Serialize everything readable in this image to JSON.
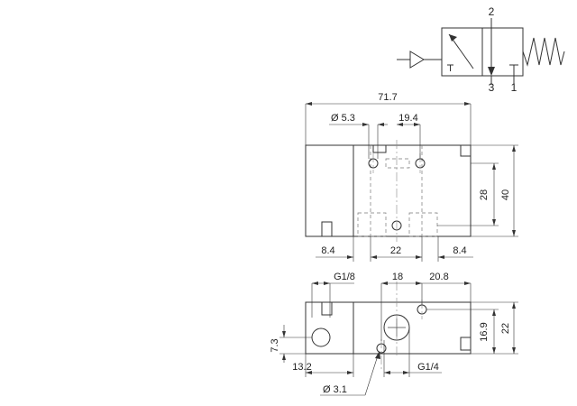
{
  "symbol": {
    "port_top": "2",
    "port_bottom_left": "3",
    "port_bottom_right": "1"
  },
  "top_view": {
    "overall_length": "71.7",
    "hole_diameter": "Ø 5.3",
    "hole_spacing": "19.4",
    "height_inner": "28",
    "height_total": "40",
    "left_offset": "8.4",
    "center_width": "22",
    "right_offset": "8.4"
  },
  "front_view": {
    "port_thread_left": "G1/8",
    "center_dim": "18",
    "right_dim": "20.8",
    "right_height_inner": "16.9",
    "right_height_total": "22",
    "left_height": "7.3",
    "left_offset": "13.2",
    "port_thread_bottom": "G1/4",
    "small_hole_diameter": "Ø 3.1"
  }
}
